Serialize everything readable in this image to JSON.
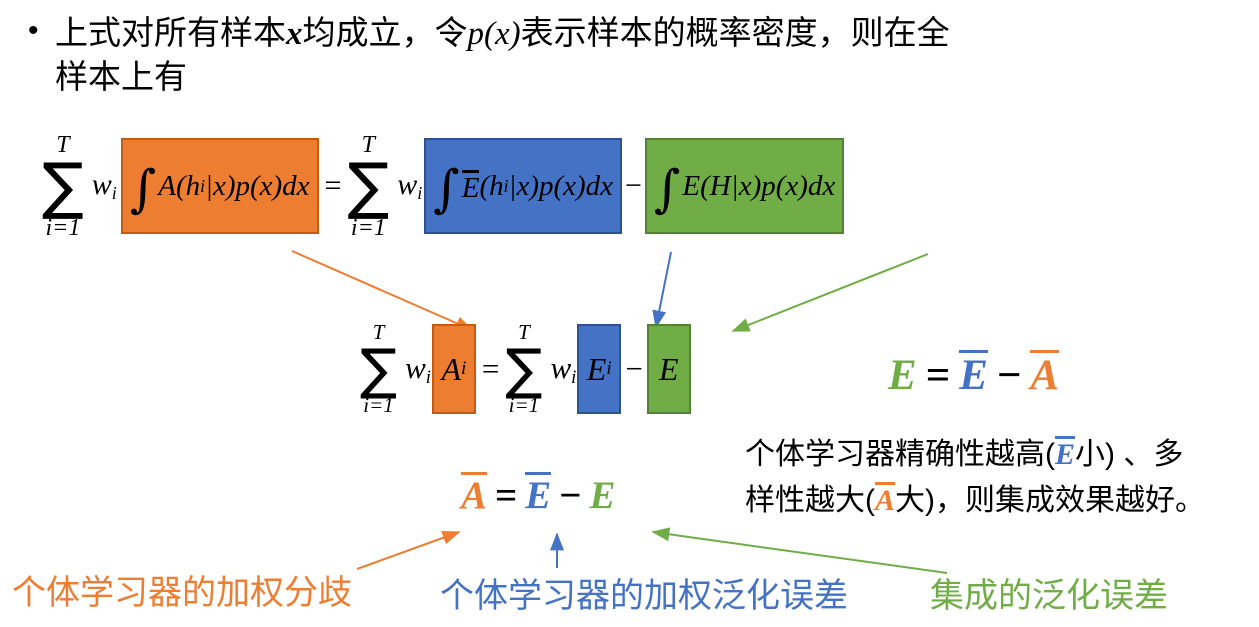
{
  "colors": {
    "orange": "#ED7D31",
    "orange_border": "#C55A11",
    "blue": "#4472C4",
    "blue_border": "#2F528F",
    "green": "#70AD47",
    "green_border": "#548235",
    "text": "#000000",
    "background": "#FFFFFF"
  },
  "bullet": {
    "marker": "•",
    "line1_a": "上式对所有样本",
    "line1_x": "x",
    "line1_b": "均成立，令",
    "line1_px": "p(x)",
    "line1_c": "表示样本的概率密度，则在全",
    "line2": "样本上有"
  },
  "formula1": {
    "sigma": "∑",
    "sum_upper": "T",
    "sum_lower": "i=1",
    "w_base": "w",
    "w_sub": "i",
    "orange_term": {
      "integral": "∫",
      "pre": "A(h",
      "sub": "i",
      "post": "|x)p(x)dx"
    },
    "equals": "=",
    "w2_base": "w",
    "w2_sub": "i",
    "blue_term": {
      "integral": "∫",
      "ebar": "E",
      "pre": "(h",
      "sub": "i",
      "post": "|x)p(x)dx"
    },
    "minus": "−",
    "green_term": {
      "integral": "∫",
      "body": "E(H|x)p(x)dx"
    }
  },
  "formula2": {
    "sigma": "∑",
    "sum_upper": "T",
    "sum_lower": "i=1",
    "w_base": "w",
    "w_sub": "i",
    "orange_base": "A",
    "orange_sub": "i",
    "equals": "=",
    "w2_base": "w",
    "w2_sub": "i",
    "blue_base": "E",
    "blue_sub": "i",
    "minus": "−",
    "green_base": "E"
  },
  "side_equation": {
    "e": "E",
    "equals": "=",
    "ebar": "E",
    "minus": "−",
    "abar": "A"
  },
  "note": {
    "line1_a": "个体学习器精确性越高(",
    "line1_ebar": "E",
    "line1_b": "小) 、多",
    "line2_a": "样性越大(",
    "line2_abar": "A",
    "line2_b": "大)，则集成效果越好。"
  },
  "bottom_equation": {
    "abar": "A",
    "equals": "=",
    "ebar": "E",
    "minus": "−",
    "e": "E"
  },
  "labels": {
    "orange": "个体学习器的加权分歧",
    "blue": "个体学习器的加权泛化误差",
    "green": "集成的泛化误差"
  }
}
